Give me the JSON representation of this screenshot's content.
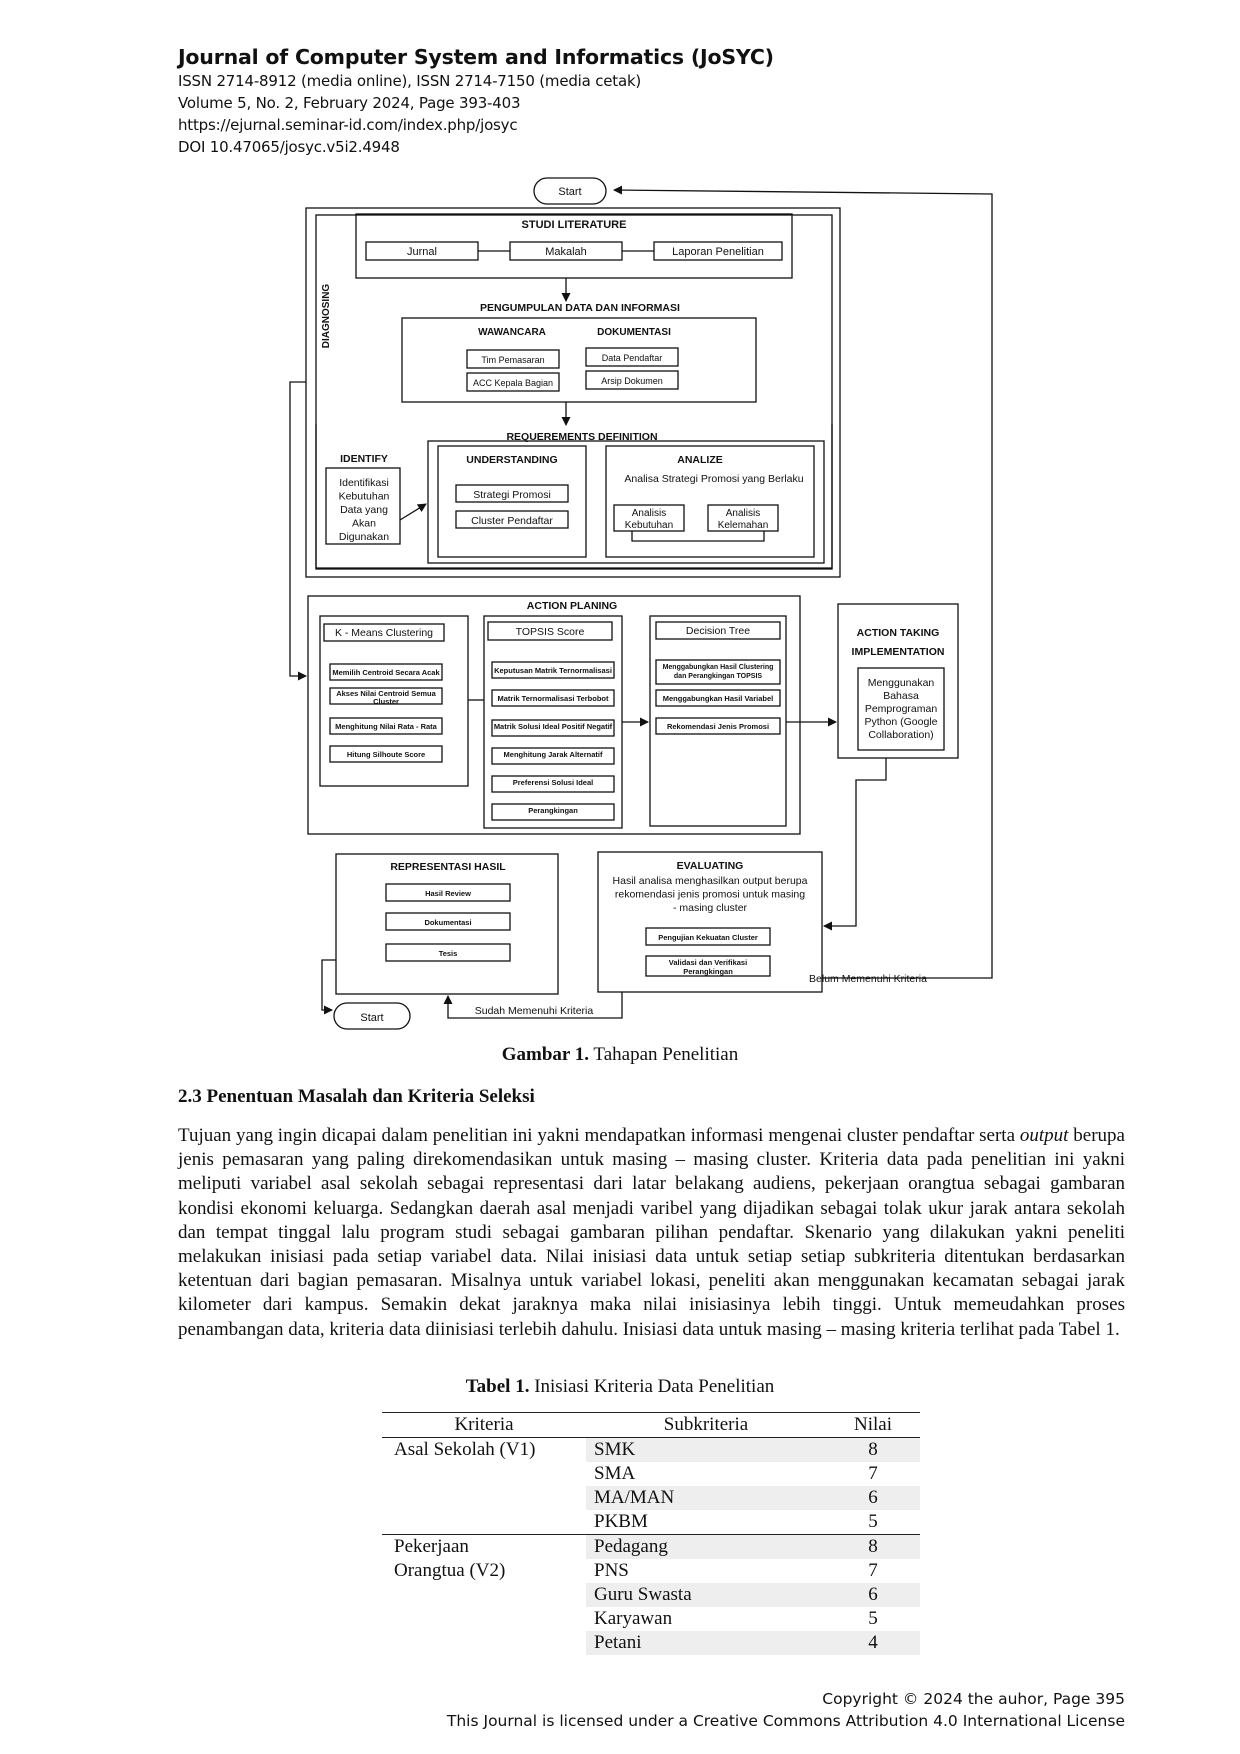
{
  "header": {
    "journal_title": "Journal of Computer System and Informatics (JoSYC)",
    "issn": "ISSN 2714-8912 (media online), ISSN 2714-7150 (media cetak)",
    "volume": "Volume 5, No. 2, February 2024, Page 393-403",
    "url": "https://ejurnal.seminar-id.com/index.php/josyc",
    "doi": "DOI 10.47065/josyc.v5i2.4948"
  },
  "figure": {
    "start_top": "Start",
    "start_bottom": "Start",
    "diagnosing": "DIAGNOSING",
    "studi_literature": {
      "title": "STUDI LITERATURE",
      "items": [
        "Jurnal",
        "Makalah",
        "Laporan Penelitian"
      ]
    },
    "pengumpulan": {
      "title": "PENGUMPULAN DATA DAN INFORMASI",
      "wawancara": "WAWANCARA",
      "dokumentasi": "DOKUMENTASI",
      "wawancara_items": [
        "Tim Pemasaran",
        "ACC Kepala Bagian"
      ],
      "dokumentasi_items": [
        "Data Pendaftar",
        "Arsip Dokumen"
      ]
    },
    "requirements": {
      "title": "REQUEREMENTS DEFINITION",
      "identify_title": "IDENTIFY",
      "identify_lines": [
        "Identifikasi",
        "Kebutuhan",
        "Data yang",
        "Akan",
        "Digunakan"
      ],
      "understanding_title": "UNDERSTANDING",
      "understanding_items": [
        "Strategi Promosi",
        "Cluster Pendaftar"
      ],
      "analize_title": "ANALIZE",
      "analize_subtitle": "Analisa Strategi Promosi yang Berlaku",
      "analize_items": [
        [
          "Analisis",
          "Kebutuhan"
        ],
        [
          "Analisis",
          "Kelemahan"
        ]
      ]
    },
    "action_planing": {
      "title": "ACTION PLANING",
      "kmeans_title": "K - Means Clustering",
      "kmeans_items": [
        [
          "Memilih Centroid Secara Acak"
        ],
        [
          "Akses Nilai Centroid Semua",
          "Cluster"
        ],
        [
          "Menghitung Nilai Rata - Rata"
        ],
        [
          "Hitung Silhoute Score"
        ]
      ],
      "topsis_title": "TOPSIS Score",
      "topsis_items": [
        "Keputusan Matrik Ternormalisasi",
        "Matrik Ternormalisasi Terbobot",
        "Matrik Solusi Ideal Positif Negatif",
        "Menghitung Jarak Alternatif",
        "Preferensi Solusi Ideal",
        "Perangkingan"
      ],
      "dt_title": "Decision Tree",
      "dt_items": [
        [
          "Menggabungkan Hasil Clustering",
          "dan Perangkingan TOPSIS"
        ],
        [
          "Menggabungkan Hasil Variabel"
        ],
        [
          "Rekomendasi Jenis Promosi"
        ]
      ]
    },
    "action_taking": {
      "title_lines": [
        "ACTION TAKING",
        "IMPLEMENTATION"
      ],
      "box_lines": [
        "Menggunakan",
        "Bahasa",
        "Pemprograman",
        "Python (Google",
        "Collaboration)"
      ]
    },
    "representasi": {
      "title": "REPRESENTASI HASIL",
      "items": [
        "Hasil Review",
        "Dokumentasi",
        "Tesis"
      ]
    },
    "evaluating": {
      "title": "EVALUATING",
      "desc_lines": [
        "Hasil analisa menghasilkan output berupa",
        "rekomendasi jenis promosi untuk masing",
        "- masing cluster"
      ],
      "items": [
        [
          "Pengujian Kekuatan Cluster"
        ],
        [
          "Validasi dan Verifikasi",
          "Perangkingan"
        ]
      ]
    },
    "belum_memenuhi": "Belum Memenuhi Kriteria",
    "sudah_memenuhi": "Sudah Memenuhi Kriteria"
  },
  "figure_caption": {
    "label": "Gambar 1.",
    "text": " Tahapan Penelitian"
  },
  "section_heading": "2.3 Penentuan Masalah dan Kriteria Seleksi",
  "paragraph": {
    "part1": "Tujuan yang ingin dicapai dalam penelitian ini yakni mendapatkan informasi mengenai cluster pendaftar serta ",
    "italic": "output",
    "part2": " berupa jenis pemasaran yang paling direkomendasikan untuk masing – masing cluster. Kriteria data pada penelitian ini yakni meliputi variabel asal sekolah sebagai representasi dari latar belakang audiens, pekerjaan orangtua sebagai gambaran kondisi ekonomi keluarga. Sedangkan daerah asal menjadi varibel yang dijadikan sebagai tolak ukur jarak antara sekolah dan tempat tinggal lalu program studi sebagai gambaran pilihan pendaftar. Skenario yang dilakukan yakni peneliti melakukan inisiasi pada setiap variabel data. Nilai inisiasi data untuk setiap setiap subkriteria ditentukan berdasarkan ketentuan dari bagian pemasaran. Misalnya untuk variabel lokasi, peneliti akan menggunakan kecamatan sebagai jarak kilometer dari kampus. Semakin dekat jaraknya maka nilai inisiasinya lebih tinggi. Untuk memeudahkan proses penambangan data, kriteria data diinisiasi terlebih dahulu. Inisiasi data untuk masing – masing kriteria terlihat pada Tabel 1."
  },
  "table": {
    "caption_label": "Tabel 1.",
    "caption_text": " Inisiasi Kriteria Data Penelitian",
    "headers": [
      "Kriteria",
      "Subkriteria",
      "Nilai"
    ],
    "groups": [
      {
        "kriteria": "Asal Sekolah  (V1)",
        "rows": [
          {
            "sub": "SMK",
            "nilai": "8"
          },
          {
            "sub": "SMA",
            "nilai": "7"
          },
          {
            "sub": "MA/MAN",
            "nilai": "6"
          },
          {
            "sub": "PKBM",
            "nilai": "5"
          }
        ]
      },
      {
        "kriteria_lines": [
          "Pekerjaan",
          "Orangtua (V2)"
        ],
        "rows": [
          {
            "sub": "Pedagang",
            "nilai": "8"
          },
          {
            "sub": "PNS",
            "nilai": "7"
          },
          {
            "sub": "Guru Swasta",
            "nilai": "6"
          },
          {
            "sub": "Karyawan",
            "nilai": "5"
          },
          {
            "sub": "Petani",
            "nilai": "4"
          }
        ]
      }
    ]
  },
  "footer": {
    "copyright": "Copyright © 2024 the auhor, Page 395",
    "license": "This Journal is licensed under a Creative Commons Attribution 4.0 International License"
  }
}
